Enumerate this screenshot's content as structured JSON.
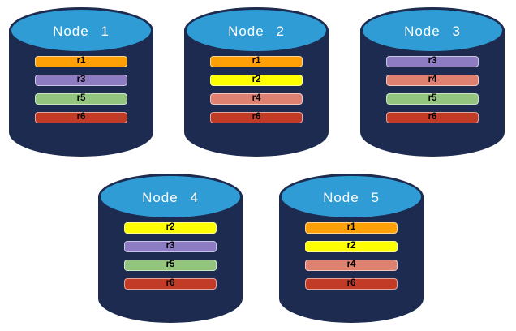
{
  "diagram": {
    "background": "#FFFFFF",
    "cylinder": {
      "body_color": "#1C2B4F",
      "top_color": "#2F9CD6",
      "outline_color": "#1C2B4F",
      "title_text_color": "#FFFFFF",
      "bar_text_color": "#000000"
    },
    "replica_colors": {
      "r1": "#FFA106",
      "r2": "#FFFF00",
      "r3": "#8E7CC3",
      "r4": "#DE8170",
      "r5": "#93C57E",
      "r6": "#C23B26"
    },
    "nodes": [
      {
        "label": "Node 1",
        "replicas": [
          {
            "id": "r1",
            "color": "#FFA106"
          },
          {
            "id": "r3",
            "color": "#8E7CC3"
          },
          {
            "id": "r5",
            "color": "#93C57E"
          },
          {
            "id": "r6",
            "color": "#C23B26"
          }
        ]
      },
      {
        "label": "Node 2",
        "replicas": [
          {
            "id": "r1",
            "color": "#FFA106"
          },
          {
            "id": "r2",
            "color": "#FFFF00"
          },
          {
            "id": "r4",
            "color": "#DE8170"
          },
          {
            "id": "r6",
            "color": "#C23B26"
          }
        ]
      },
      {
        "label": "Node 3",
        "replicas": [
          {
            "id": "r3",
            "color": "#8E7CC3"
          },
          {
            "id": "r4",
            "color": "#DE8170"
          },
          {
            "id": "r5",
            "color": "#93C57E"
          },
          {
            "id": "r6",
            "color": "#C23B26"
          }
        ]
      },
      {
        "label": "Node 4",
        "replicas": [
          {
            "id": "r2",
            "color": "#FFFF00"
          },
          {
            "id": "r3",
            "color": "#8E7CC3"
          },
          {
            "id": "r5",
            "color": "#93C57E"
          },
          {
            "id": "r6",
            "color": "#C23B26"
          }
        ]
      },
      {
        "label": "Node 5",
        "replicas": [
          {
            "id": "r1",
            "color": "#FFA106"
          },
          {
            "id": "r2",
            "color": "#FFFF00"
          },
          {
            "id": "r4",
            "color": "#DE8170"
          },
          {
            "id": "r6",
            "color": "#C23B26"
          }
        ]
      }
    ]
  }
}
